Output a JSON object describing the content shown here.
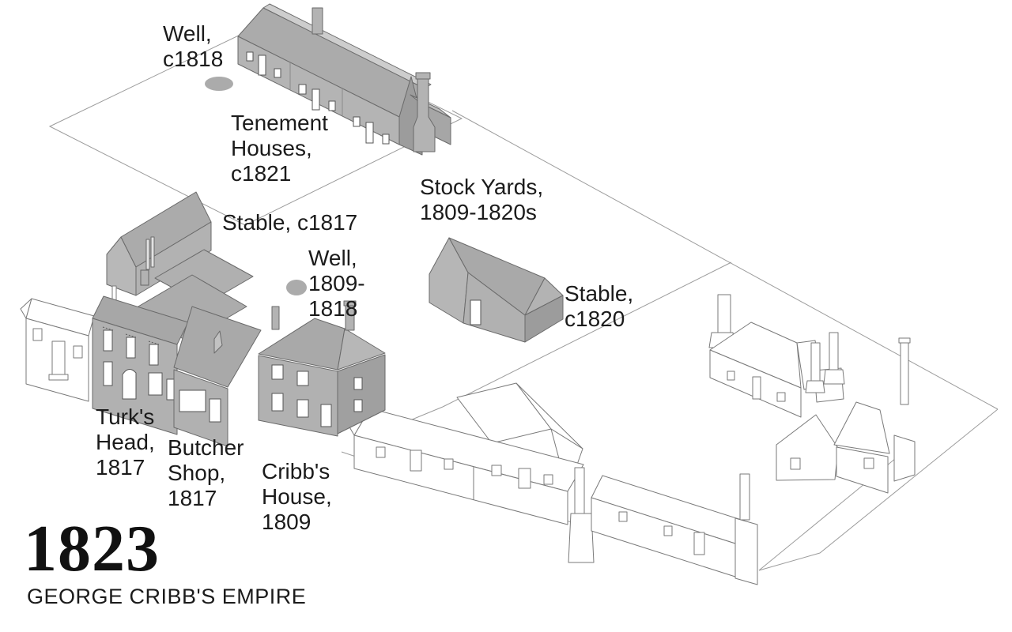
{
  "title": {
    "year": "1823",
    "subtitle": "GEORGE CRIBB'S EMPIRE"
  },
  "labels": {
    "well_c1818": "Well,\nc1818",
    "tenement_houses": "Tenement\nHouses,\nc1821",
    "stable_c1817": "Stable, c1817",
    "stock_yards": "Stock Yards,\n1809-1820s",
    "well_1809_1818": "Well,\n1809-\n1818",
    "stable_c1820": "Stable,\nc1820",
    "turks_head": "Turk's\nHead,\n1817",
    "butcher_shop": "Butcher\nShop,\n1817",
    "cribbs_house": "Cribb's\nHouse,\n1809"
  },
  "buildings": {
    "gray_filled": [
      "Tenement Houses c1821",
      "Stable c1817",
      "Turk's Head 1817",
      "Butcher Shop 1817",
      "Cribb's House 1809",
      "Stable c1820"
    ],
    "wells": [
      "Well c1818",
      "Well 1809-1818"
    ],
    "outlined": [
      "cottage west of Turk's Head",
      "terrace row south",
      "low row south-east",
      "house north-east",
      "pair of houses east"
    ]
  },
  "colors": {
    "background": "#FFFFFF",
    "building_wall": "#B4B4B4",
    "building_roof": "#ABABAB",
    "building_shadow_face": "#9C9C9C",
    "building_outline": "#6A6A6A",
    "white_building_stroke": "#7A7A7A",
    "ground_line": "#9C9C9C",
    "text": "#1B1B1B"
  }
}
